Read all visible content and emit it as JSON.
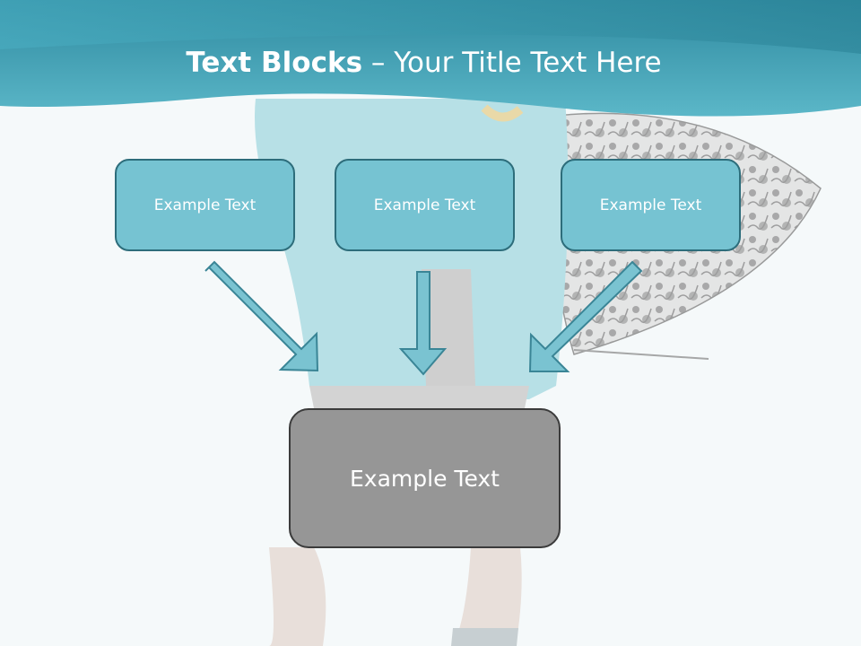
{
  "title": {
    "bold": "Text Blocks",
    "dash": "–",
    "rest": "Your Title Text Here"
  },
  "top_boxes": [
    "Example Text",
    "Example Text",
    "Example Text"
  ],
  "bottom_box": "Example Text",
  "colors": {
    "header_teal": "#3f9fb4",
    "box_fill": "#76c3d2",
    "box_border": "#2d6d7b",
    "bottom_fill": "#969696",
    "bottom_border": "#3b3b3b"
  }
}
